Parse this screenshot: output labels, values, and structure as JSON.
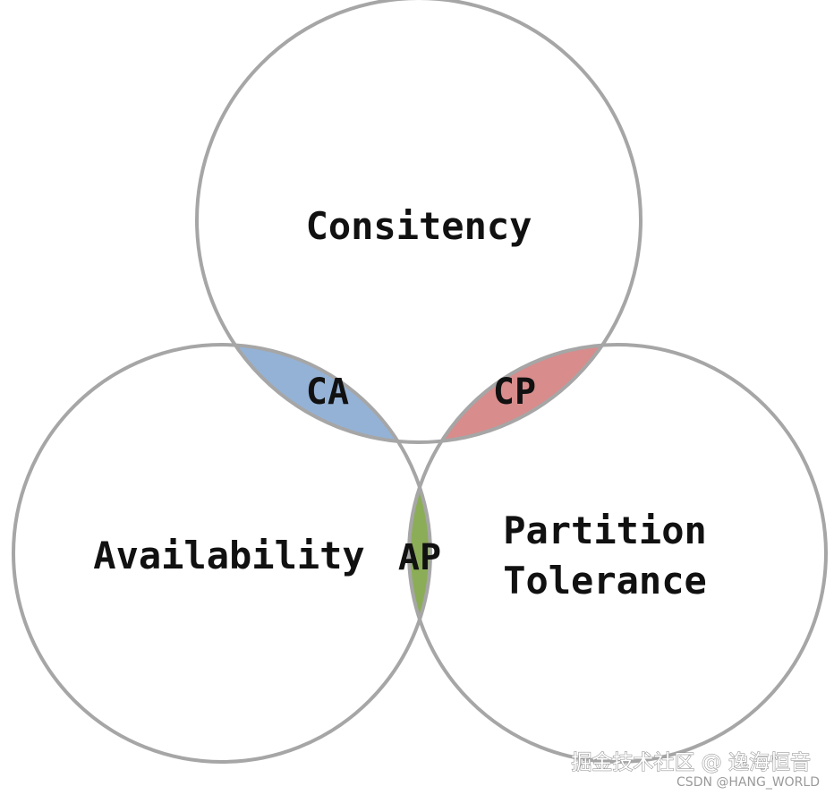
{
  "diagram": {
    "sets": [
      {
        "id": "consistency",
        "label": "Consitency"
      },
      {
        "id": "availability",
        "label": "Availability"
      },
      {
        "id": "partition_tolerance",
        "label_lines": [
          "Partition",
          "Tolerance"
        ]
      }
    ],
    "intersections": [
      {
        "id": "ca",
        "label": "CA",
        "sets": [
          "consistency",
          "availability"
        ],
        "color": "#94b2d6"
      },
      {
        "id": "cp",
        "label": "CP",
        "sets": [
          "consistency",
          "partition_tolerance"
        ],
        "color": "#d88c8c"
      },
      {
        "id": "ap",
        "label": "AP",
        "sets": [
          "availability",
          "partition_tolerance"
        ],
        "color": "#8cad57"
      }
    ],
    "colors": {
      "circle_stroke": "#a6a6a6",
      "circle_fill": "#ffffff",
      "text": "#111111"
    }
  },
  "watermark": {
    "line1": "掘金技术社区 @ 逸海恒音",
    "line2": "CSDN @HANG_WORLD"
  }
}
